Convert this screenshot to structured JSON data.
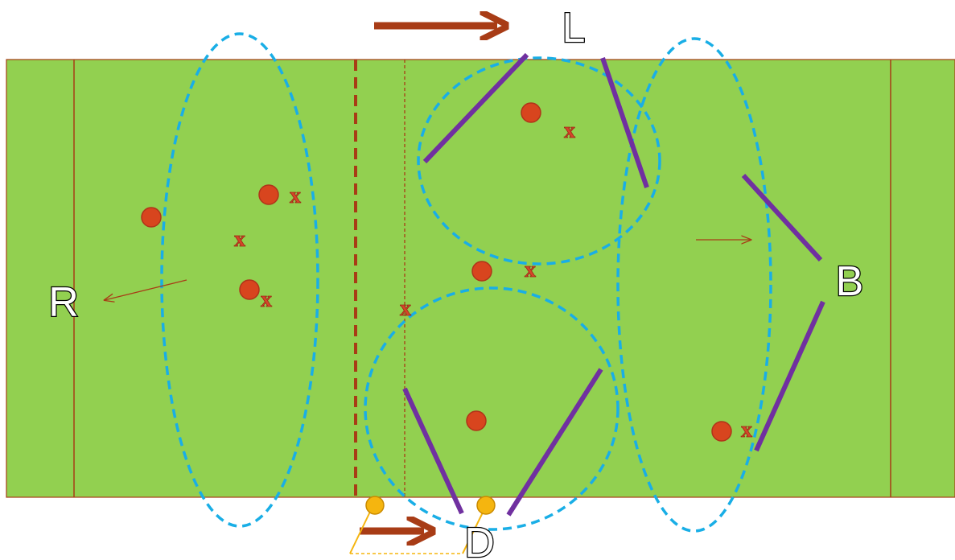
{
  "colors": {
    "field": "#92d050",
    "field_line": "#a83c16",
    "zone_ellipse": "#19aee6",
    "wall": "#7030a0",
    "player": "#d8451e",
    "player_outline": "#b0341a",
    "x_marker": "#d6452a",
    "arrow": "#a83c16",
    "ref_marker": "#f5b50f"
  },
  "labels": {
    "L": "L",
    "R": "R",
    "B": "B",
    "D": "D"
  },
  "x_marker_glyph": "x",
  "icons": {
    "player": "filled-circle",
    "opponent": "x-mark",
    "referee": "yellow-circle"
  }
}
